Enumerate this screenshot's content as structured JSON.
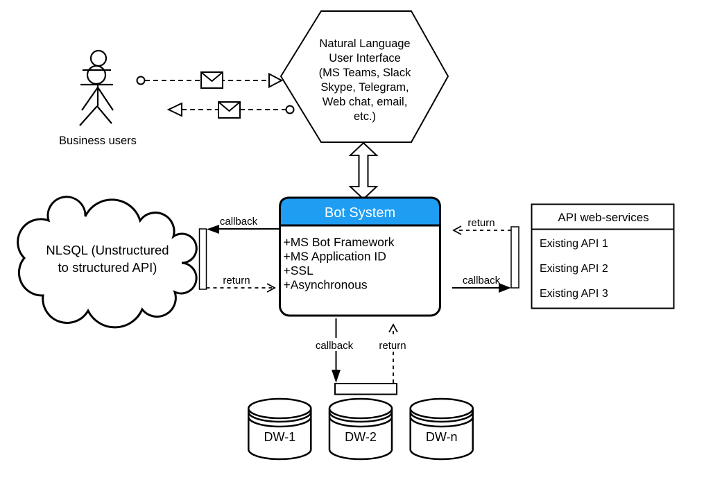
{
  "actors": {
    "business_users": "Business users"
  },
  "hexagon": {
    "lines": [
      "Natural Language",
      "User Interface",
      "(MS Teams, Slack",
      "Skype, Telegram,",
      "Web chat, email,",
      "etc.)"
    ]
  },
  "bot": {
    "title": "Bot System",
    "header_color": "#1E9DF2",
    "items": [
      "+MS Bot Framework",
      "+MS Application ID",
      "+SSL",
      "+Asynchronous"
    ]
  },
  "cloud": {
    "lines": [
      "NLSQL (Unstructured",
      "to structured API)"
    ]
  },
  "api_box": {
    "title": "API web-services",
    "rows": [
      "Existing API 1",
      "Existing API 2",
      "Existing API 3"
    ]
  },
  "labels": {
    "left_callback": "callback",
    "left_return": "return",
    "right_return": "return",
    "right_callback": "callback",
    "bottom_callback": "callback",
    "bottom_return": "return"
  },
  "databases": [
    "DW-1",
    "DW-2",
    "DW-n"
  ]
}
